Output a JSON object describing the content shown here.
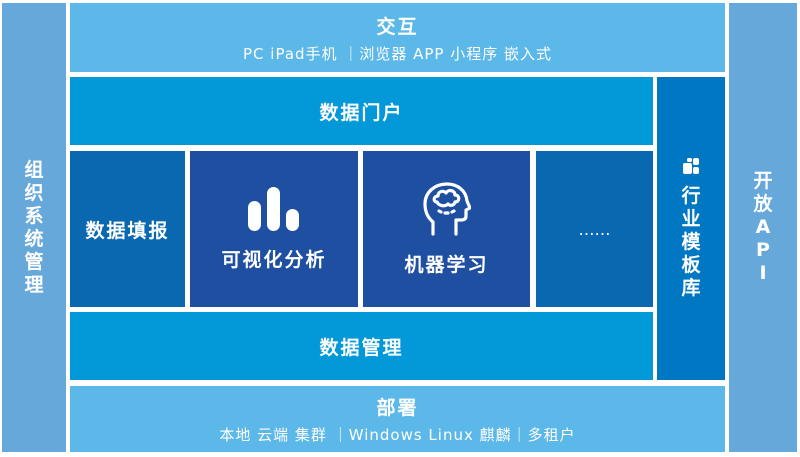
{
  "left_column": {
    "label": "组织系统管理",
    "chars": [
      "组",
      "织",
      "系",
      "统",
      "管",
      "理"
    ]
  },
  "right_column": {
    "label": "开放API",
    "chars": [
      "开",
      "放",
      "A",
      "P",
      "I"
    ]
  },
  "interaction": {
    "title": "交互",
    "subtitle": "PC iPad手机 ｜浏览器 APP 小程序 嵌入式"
  },
  "data_portal": {
    "title": "数据门户"
  },
  "modules": [
    {
      "label": "数据填报",
      "icon": ""
    },
    {
      "label": "可视化分析",
      "icon": "bar-chart-icon"
    },
    {
      "label": "机器学习",
      "icon": "brain-head-icon"
    },
    {
      "label": "……",
      "icon": ""
    }
  ],
  "data_management": {
    "title": "数据管理"
  },
  "industry_templates": {
    "label": "行业模板库",
    "chars": [
      "行",
      "业",
      "模",
      "板",
      "库"
    ],
    "icon": "grid-blocks-icon"
  },
  "deployment": {
    "title": "部署",
    "subtitle": "本地 云端 集群 ｜Windows Linux 麒麟｜多租户"
  },
  "colors": {
    "side": "#66a8da",
    "light": "#5cb8e8",
    "mid": "#0398d8",
    "deep": "#0077c2",
    "cell_a": "#0a68b0",
    "cell_b": "#1e4fa0"
  }
}
